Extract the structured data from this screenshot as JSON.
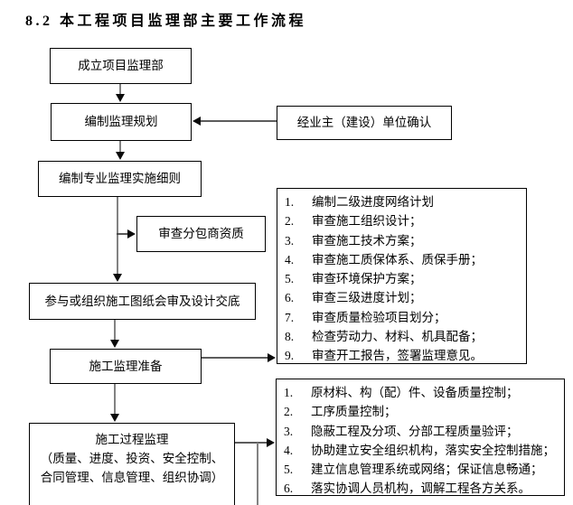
{
  "page": {
    "title": "8.2  本工程项目监理部主要工作流程"
  },
  "flow": {
    "establish_dept": "成立项目监理部",
    "compile_plan": "编制监理规划",
    "owner_confirmation": "经业主（建设）单位确认",
    "detailed_rules": "编制专业监理实施细则",
    "subcontractor_review": "审查分包商资质",
    "drawing_review": "参与或组织施工图纸会审及设计交底",
    "supervision_prep": "施工监理准备",
    "process": {
      "line1": "施工过程监理",
      "line2": "（质量、进度、投资、安全控制、",
      "line3": "合同管理、信息管理、组织协调）"
    }
  },
  "lists": {
    "preparation": {
      "items": [
        {
          "num": "1.",
          "text": "编制二级进度网络计划"
        },
        {
          "num": "2.",
          "text": "审查施工组织设计；"
        },
        {
          "num": "3.",
          "text": "审查施工技术方案；"
        },
        {
          "num": "4.",
          "text": "审查施工质保体系、质保手册；"
        },
        {
          "num": "5.",
          "text": "审查环境保护方案；"
        },
        {
          "num": "6.",
          "text": "审查三级进度计划；"
        },
        {
          "num": "7.",
          "text": "审查质量检验项目划分；"
        },
        {
          "num": "8.",
          "text": "检查劳动力、材料、机具配备；"
        },
        {
          "num": "9.",
          "text": "审查开工报告，签署监理意见。"
        }
      ]
    },
    "process_tasks": {
      "items": [
        {
          "num": "1.",
          "text": "原材料、构（配）件、设备质量控制；"
        },
        {
          "num": "2.",
          "text": "工序质量控制；"
        },
        {
          "num": "3.",
          "text": "隐蔽工程及分项、分部工程质量验评；"
        },
        {
          "num": "4.",
          "text": "协助建立安全组织机构，落实安全控制措施；"
        },
        {
          "num": "5.",
          "text": "建立信息管理系统或网络；保证信息畅通；"
        },
        {
          "num": "6.",
          "text": "落实协调人员机构，调解工程各方关系。"
        }
      ]
    }
  },
  "colors": {
    "line_vertical": "#828282",
    "line_horizontal": "#454545",
    "arrow": "#0a0a0a",
    "border": "#000000"
  }
}
